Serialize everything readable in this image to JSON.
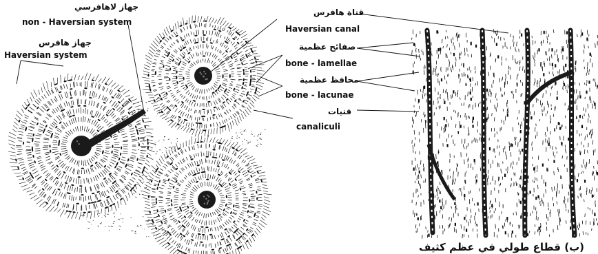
{
  "labels": {
    "non_haversian_ar": "جهاز لاهافرسي",
    "non_haversian_en": "non - Haversian system",
    "haversian_system_ar": "جهاز هافرس",
    "haversian_system_en": "Haversian system",
    "haversian_canal_ar": "قناة هافرس",
    "haversian_canal_en": "Haversian canal",
    "lamellae_ar": "صفائح عظمية",
    "lamellae_en": "bone - lamellae",
    "lacunae_ar": "محافظ عظمية",
    "lacunae_en": "bone - lacunae",
    "canaliculi_ar": "قنيات",
    "canaliculi_en": "canaliculi"
  },
  "caption": "(ب) قطاع طولي في عظم كثيف",
  "colors": {
    "ink": "#111111",
    "paper": "#ffffff"
  }
}
